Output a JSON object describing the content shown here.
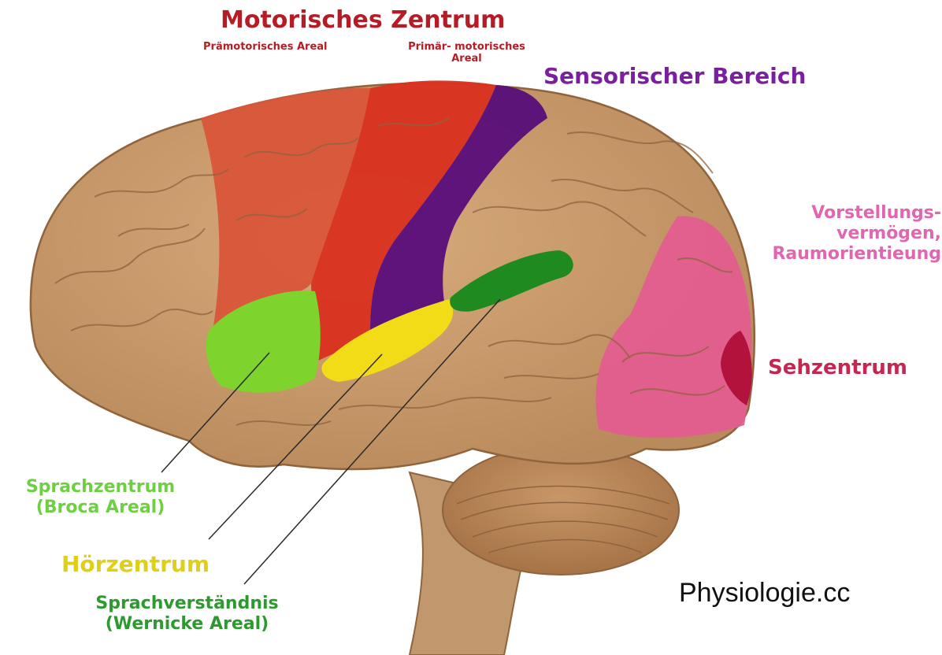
{
  "labels": {
    "motor_center": "Motorisches Zentrum",
    "premotor_area": "Prämotorisches Areal",
    "primary_motor_line1": "Primär- motorisches",
    "primary_motor_line2": "Areal",
    "sensory_area": "Sensorischer Bereich",
    "imagination_line1": "Vorstellungs-",
    "imagination_line2": "vermögen,",
    "imagination_line3": "Raumorientieung",
    "visual_center": "Sehzentrum",
    "broca_line1": "Sprachzentrum",
    "broca_line2": "(Broca Areal)",
    "auditory_center": "Hörzentrum",
    "wernicke_line1": "Sprachverständnis",
    "wernicke_line2": "(Wernicke Areal)",
    "watermark": "Physiologie.cc"
  },
  "colors": {
    "brain_base": "#c99a6b",
    "brain_fold": "#8f643d",
    "motor": "#d8321f",
    "premotor": "#d9553a",
    "sensory": "#5a0f7a",
    "imagination": "#e35d8f",
    "visual": "#b3123c",
    "broca": "#7ed42c",
    "auditory": "#f2dc18",
    "wernicke": "#1f8a1f",
    "cerebellum": "#b78355",
    "brainstem": "#c1976e",
    "label_red": "#b71c26",
    "label_purple": "#7a1fa0",
    "label_pink": "#e066b0",
    "label_crimson": "#c72650",
    "label_green_light": "#6dd040",
    "label_yellow": "#e0cf18",
    "label_green_dark": "#2d9a2d",
    "watermark": "#111111"
  }
}
